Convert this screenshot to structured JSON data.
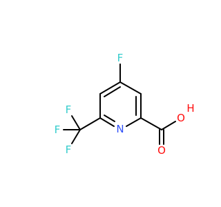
{
  "molecule": {
    "atoms": {
      "f_ring": "F",
      "n_ring": "N",
      "o_hydroxyl": "O",
      "h_hydroxyl": "H",
      "o_carbonyl": "O",
      "f_cf3_top": "F",
      "f_cf3_left": "F",
      "f_cf3_bottom": "F"
    },
    "colors": {
      "bond": "#000000",
      "fluorine": "#33cccc",
      "nitrogen": "#3050f8",
      "oxygen": "#ff0d0d"
    }
  }
}
